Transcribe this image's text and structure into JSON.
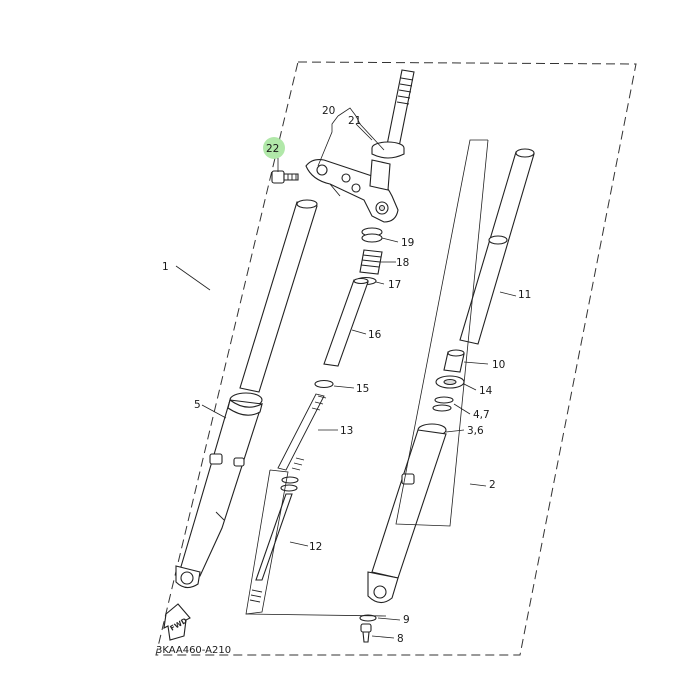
{
  "diagram": {
    "code": "3KAA460-A210",
    "fwd_label": "FWD",
    "highlight_color": "#a8e6a0",
    "callouts": {
      "c1": "1",
      "c2": "2",
      "c3_6": "3,6",
      "c4_7": "4,7",
      "c5": "5",
      "c8": "8",
      "c9": "9",
      "c10": "10",
      "c11": "11",
      "c12": "12",
      "c13": "13",
      "c14": "14",
      "c15": "15",
      "c16": "16",
      "c17": "17",
      "c18": "18",
      "c19": "19",
      "c20": "20",
      "c21": "21",
      "c22": "22"
    }
  }
}
